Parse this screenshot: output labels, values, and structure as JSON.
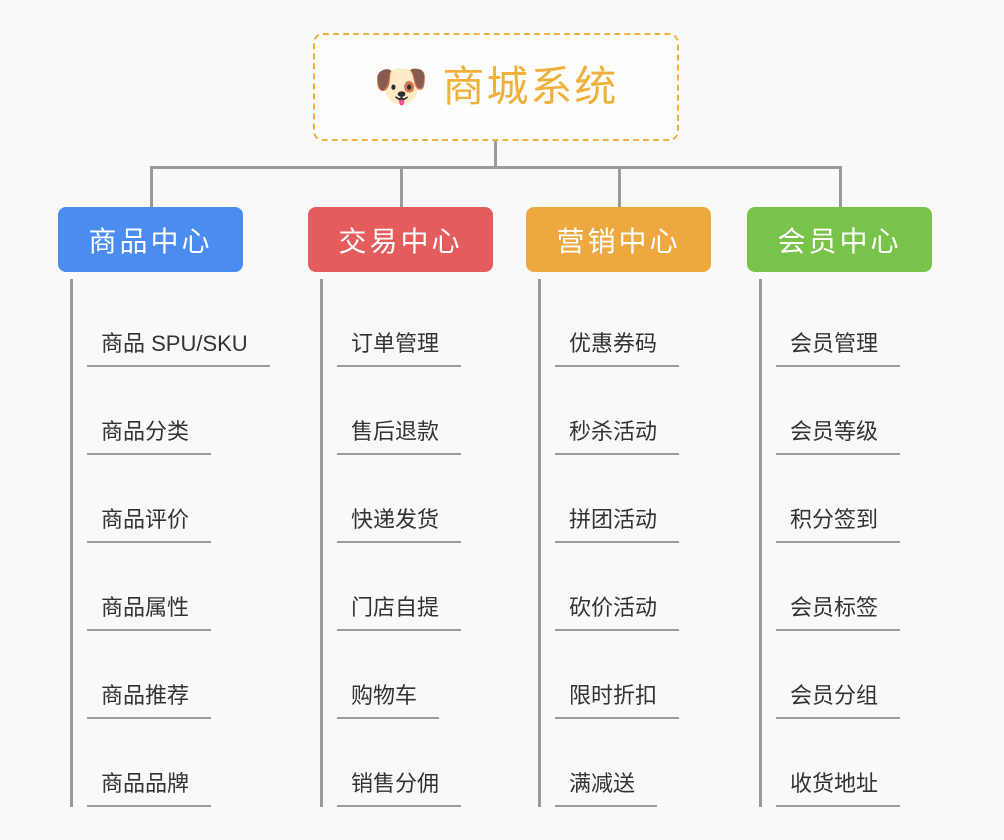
{
  "page": {
    "background_color": "#f9f9f9",
    "line_color": "#9b9b9b",
    "leaf_text_color": "#333333"
  },
  "root": {
    "title": "商城系统",
    "icon": "dog-face-icon",
    "icon_glyph": "🐶",
    "text_color": "#f0b13c",
    "border_color": "#eeb145",
    "border_style": "dashed"
  },
  "columns": [
    {
      "key": "product-center",
      "label": "商品中心",
      "color": "#4a8cf0",
      "items": [
        {
          "label": "商品 SPU/SKU"
        },
        {
          "label": "商品分类"
        },
        {
          "label": "商品评价"
        },
        {
          "label": "商品属性"
        },
        {
          "label": "商品推荐"
        },
        {
          "label": "商品品牌"
        }
      ]
    },
    {
      "key": "trade-center",
      "label": "交易中心",
      "color": "#e45c5c",
      "items": [
        {
          "label": "订单管理"
        },
        {
          "label": "售后退款"
        },
        {
          "label": "快递发货"
        },
        {
          "label": "门店自提"
        },
        {
          "label": "购物车"
        },
        {
          "label": "销售分佣"
        }
      ]
    },
    {
      "key": "marketing-center",
      "label": "营销中心",
      "color": "#eda93f",
      "items": [
        {
          "label": "优惠券码"
        },
        {
          "label": "秒杀活动"
        },
        {
          "label": "拼团活动"
        },
        {
          "label": "砍价活动"
        },
        {
          "label": "限时折扣"
        },
        {
          "label": "满减送"
        }
      ]
    },
    {
      "key": "member-center",
      "label": "会员中心",
      "color": "#79c34a",
      "items": [
        {
          "label": "会员管理"
        },
        {
          "label": "会员等级"
        },
        {
          "label": "积分签到"
        },
        {
          "label": "会员标签"
        },
        {
          "label": "会员分组"
        },
        {
          "label": "收货地址"
        }
      ]
    }
  ]
}
